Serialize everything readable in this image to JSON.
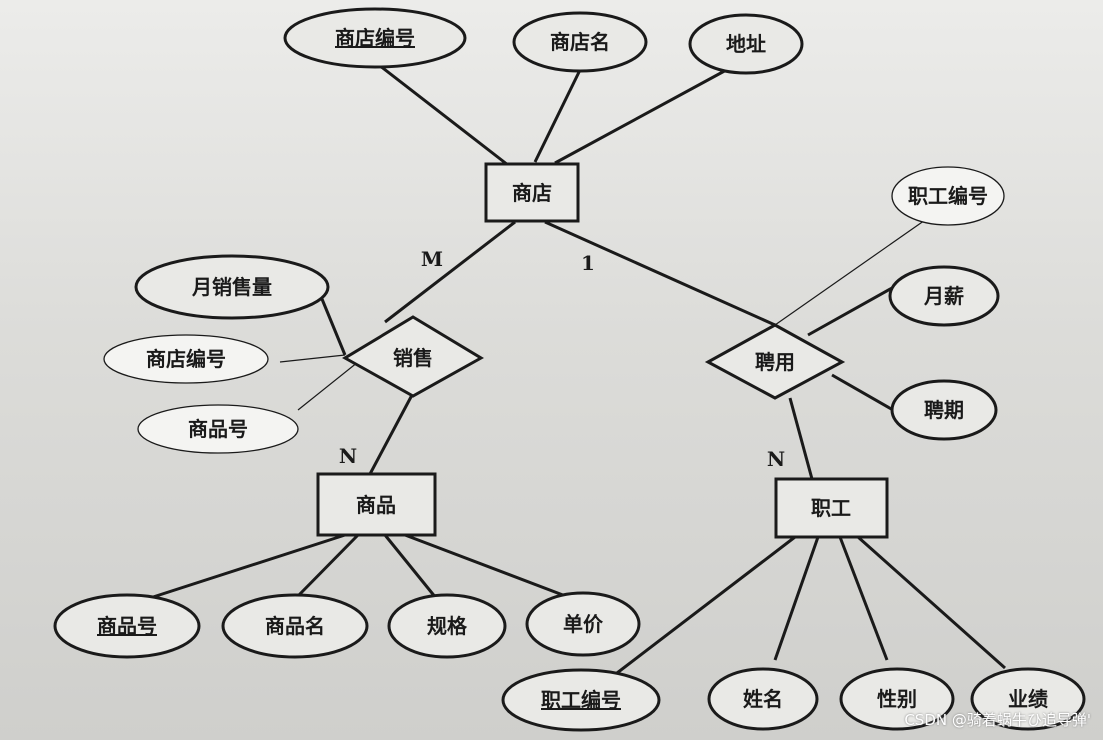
{
  "entities": {
    "store": "商店",
    "goods": "商品",
    "staff": "职工"
  },
  "relationships": {
    "sales": "销售",
    "hire": "聘用"
  },
  "attributes": {
    "store_id": "商店编号",
    "store_name": "商店名",
    "address": "地址",
    "monthly_sales": "月销售量",
    "sales_store_id": "商店编号",
    "sales_goods_id": "商品号",
    "staff_id_hire": "职工编号",
    "monthly_salary": "月薪",
    "hire_period": "聘期",
    "goods_id": "商品号",
    "goods_name": "商品名",
    "spec": "规格",
    "unit_price": "单价",
    "staff_id": "职工编号",
    "name": "姓名",
    "gender": "性别",
    "performance": "业绩"
  },
  "cardinalities": {
    "store_sales": "M",
    "store_hire": "1",
    "sales_goods": "N",
    "hire_staff": "N"
  },
  "watermark": "CSDN @骑着蜗牛ひ追导弹'"
}
